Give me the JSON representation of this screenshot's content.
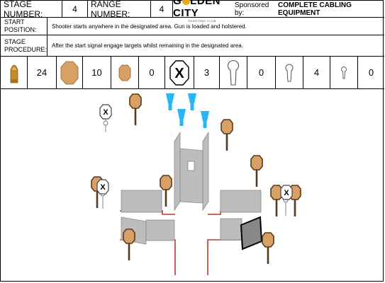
{
  "header": {
    "stage_label": "STAGE NUMBER:",
    "stage_number": "4",
    "range_label": "RANGE NUMBER:",
    "range_number": "4",
    "logo_prefix": "G",
    "logo_suffix": "LDEN CITY",
    "logo_sub": "SHOOTING CLUB",
    "sponsor_label": "Sponsored by:",
    "sponsor_name": "COMPLETE CABLING EQUIPMENT"
  },
  "start_position": {
    "label_line1": "START",
    "label_line2": "POSITION:",
    "text": "Shooter starts anywhere in the designated area. Gun is loaded and holstered."
  },
  "stage_procedure": {
    "label_line1": "STAGE",
    "label_line2": "PROCEDURE:",
    "text": "After the start signal engage targets whilst remaining in the designated area."
  },
  "counts": [
    {
      "icon": "bullet-icon",
      "value": "24"
    },
    {
      "icon": "paper-target-icon",
      "value": "10"
    },
    {
      "icon": "mini-paper-target-icon",
      "value": "0"
    },
    {
      "icon": "no-shoot-target-icon",
      "value": "3"
    },
    {
      "icon": "popper-icon",
      "value": "0"
    },
    {
      "icon": "mini-popper-icon",
      "value": "4"
    },
    {
      "icon": "micro-popper-icon",
      "value": "0"
    }
  ],
  "no_shoot_mark": "X",
  "colors": {
    "target_tan": "#d9a066",
    "target_dark": "#5a3a1e",
    "cone_blue": "#29b6f6",
    "fault_line": "#c0392b",
    "wall_gray": "#bdbdbd",
    "bullet_gold": "#c68a2e"
  }
}
